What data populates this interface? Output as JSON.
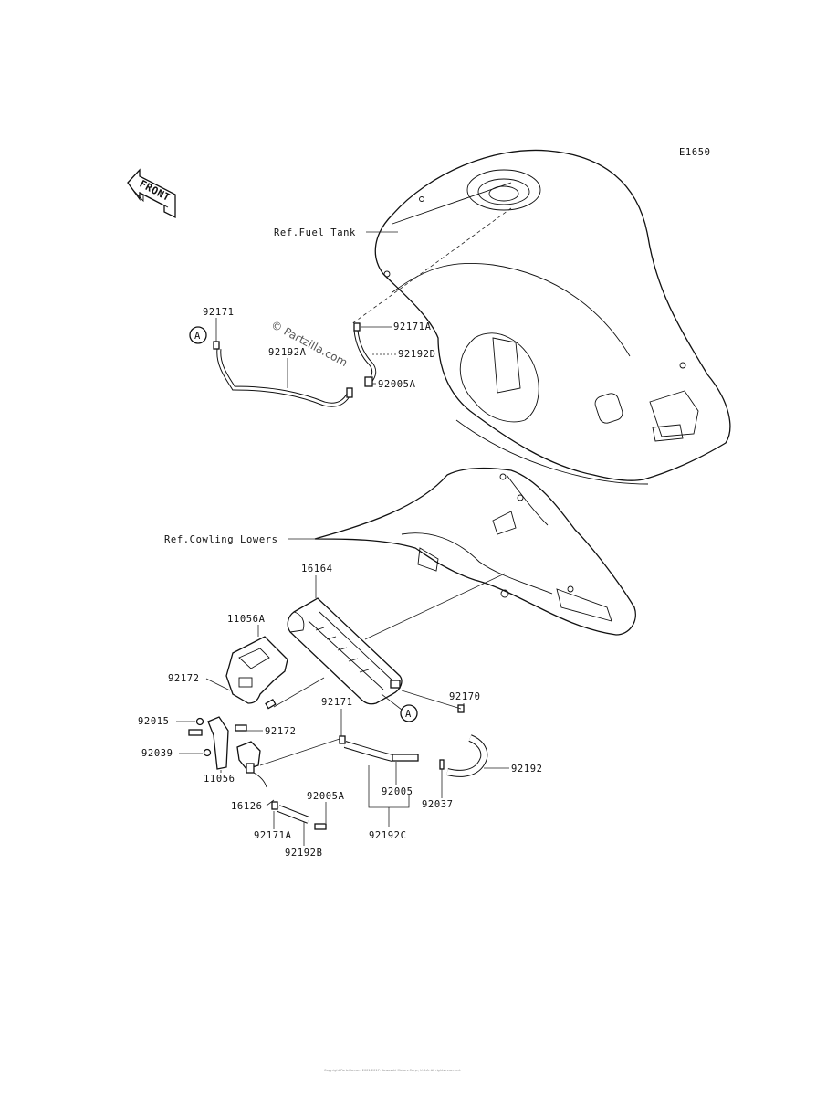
{
  "diagram_code": "E1650",
  "front_label": "FRONT",
  "watermark": "© Partzilla.com",
  "ref_fuel_tank": "Ref.Fuel Tank",
  "ref_cowling_lowers": "Ref.Cowling Lowers",
  "callout_marker": "A",
  "parts": {
    "p92171_top": "92171",
    "p92192A": "92192A",
    "p92171A_top": "92171A",
    "p92192D": "92192D",
    "p92005A_top": "92005A",
    "p16164": "16164",
    "p11056A": "11056A",
    "p92172_a": "92172",
    "p92172_b": "92172",
    "p92015": "92015",
    "p92039": "92039",
    "p11056": "11056",
    "p16126": "16126",
    "p92171A_bot": "92171A",
    "p92192B": "92192B",
    "p92005A_bot": "92005A",
    "p92171_mid": "92171",
    "p92005": "92005",
    "p92192C": "92192C",
    "p92037": "92037",
    "p92170": "92170",
    "p92192": "92192"
  },
  "footer_text": "Copyright Partzilla.com 2001-2017. Kawasaki Motors Corp., U.S.A. All rights reserved."
}
